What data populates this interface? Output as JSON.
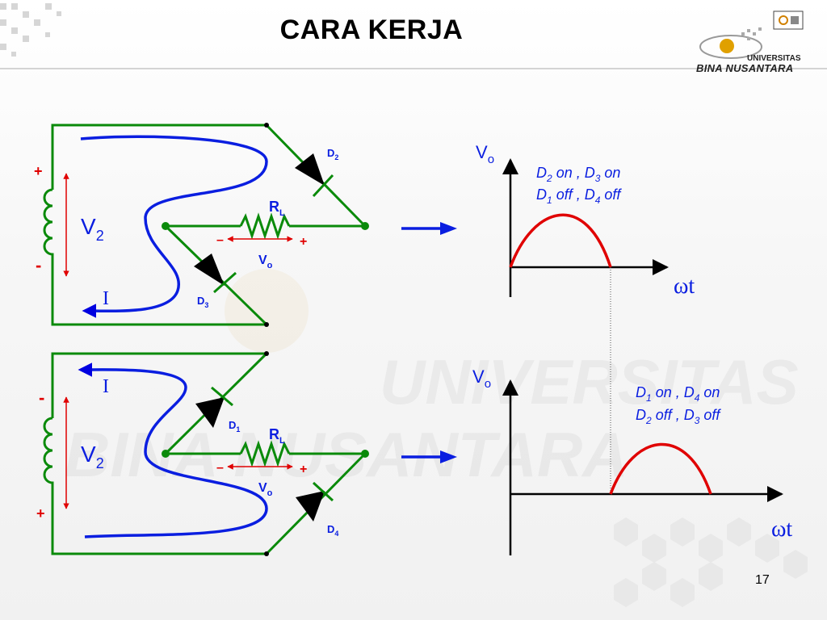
{
  "slide": {
    "title": "CARA KERJA",
    "page_number": "17",
    "logo": {
      "line1": "UNIVERSITAS",
      "line2": "BINA NUSANTARA"
    },
    "watermark": {
      "line1": "UNIVERSITAS",
      "line2": "BINA NUSANTARA"
    }
  },
  "top_circuit": {
    "plus": "+",
    "minus": "-",
    "v": "V",
    "v_sub": "2",
    "current": "I",
    "d_top": "D",
    "d_top_sub": "2",
    "d_bot": "D",
    "d_bot_sub": "3",
    "rl": "R",
    "rl_sub": "L",
    "rl_minus": "–",
    "rl_plus": "+",
    "vo": "V",
    "vo_sub": "o"
  },
  "bottom_circuit": {
    "minus": "-",
    "plus": "+",
    "v": "V",
    "v_sub": "2",
    "current": "I",
    "d_top": "D",
    "d_top_sub": "1",
    "d_bot": "D",
    "d_bot_sub": "4",
    "rl": "R",
    "rl_sub": "L",
    "rl_minus": "–",
    "rl_plus": "+",
    "vo": "V",
    "vo_sub": "o"
  },
  "top_graph": {
    "y": "V",
    "y_sub": "o",
    "x": "ωt",
    "l1a": "D",
    "l1a_sub": "2",
    "l1b": " on , D",
    "l1b_sub": "3",
    "l1c": " on",
    "l2a": "D",
    "l2a_sub": "1",
    "l2b": " off , D",
    "l2b_sub": "4",
    "l2c": " off"
  },
  "bottom_graph": {
    "y": "V",
    "y_sub": "o",
    "x": "ωt",
    "l1a": "D",
    "l1a_sub": "1",
    "l1b": " on , D",
    "l1b_sub": "4",
    "l1c": " on",
    "l2a": "D",
    "l2a_sub": "2",
    "l2b": " off , D",
    "l2b_sub": "3",
    "l2c": " off"
  }
}
